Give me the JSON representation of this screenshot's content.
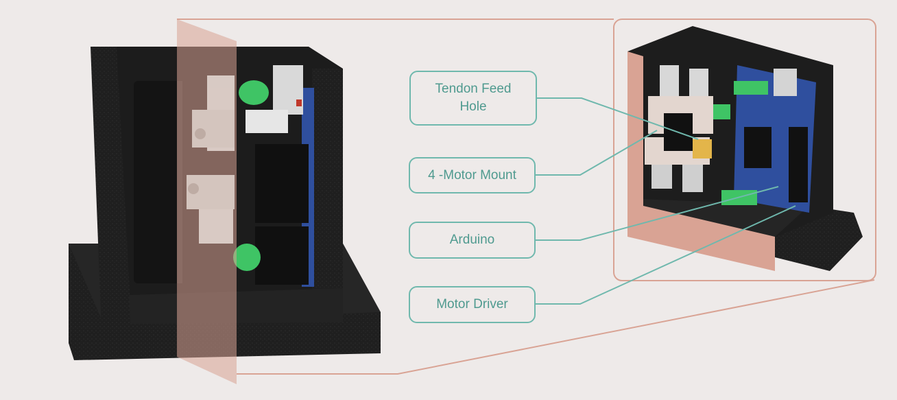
{
  "callouts": [
    {
      "id": "tendon-feed-hole",
      "label": "Tendon Feed\nHole"
    },
    {
      "id": "motor-mount",
      "label": "4 -Motor Mount"
    },
    {
      "id": "arduino",
      "label": "Arduino"
    },
    {
      "id": "motor-driver",
      "label": "Motor Driver"
    }
  ],
  "colors": {
    "background": "#eeeae9",
    "callout_border": "#6fb8ad",
    "callout_text": "#4f9a8f",
    "section_plane": "#d9a394",
    "enclosure": "#222222",
    "circuit_board": "#2f4f9e",
    "terminal_block": "#3fc465",
    "motor_mount": "#e3d6cf"
  }
}
